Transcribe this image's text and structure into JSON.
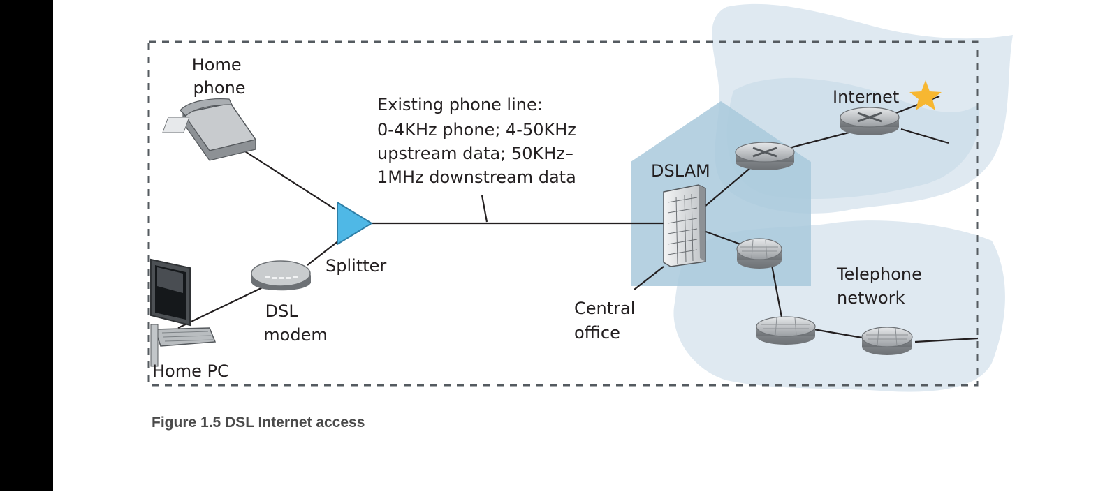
{
  "figure": {
    "caption": "Figure 1.5 DSL Internet access",
    "labels": {
      "home_phone": [
        "Home",
        "phone"
      ],
      "phone_line": [
        "Existing phone line:",
        "0-4KHz phone; 4-50KHz",
        "upstream data; 50KHz–",
        "1MHz downstream data"
      ],
      "splitter": "Splitter",
      "dsl_modem": [
        "DSL",
        "modem"
      ],
      "home_pc": "Home PC",
      "dslam": "DSLAM",
      "central_office": [
        "Central",
        "office"
      ],
      "internet": "Internet",
      "telephone_network": [
        "Telephone",
        "network"
      ]
    },
    "colors": {
      "cloud": "#dfe9f1",
      "cloud_inner": "#c9dbe8",
      "building": "#a9c9dc",
      "splitter": "#4fb8e6",
      "star": "#f7b731",
      "device": "#9fa3a6"
    }
  }
}
